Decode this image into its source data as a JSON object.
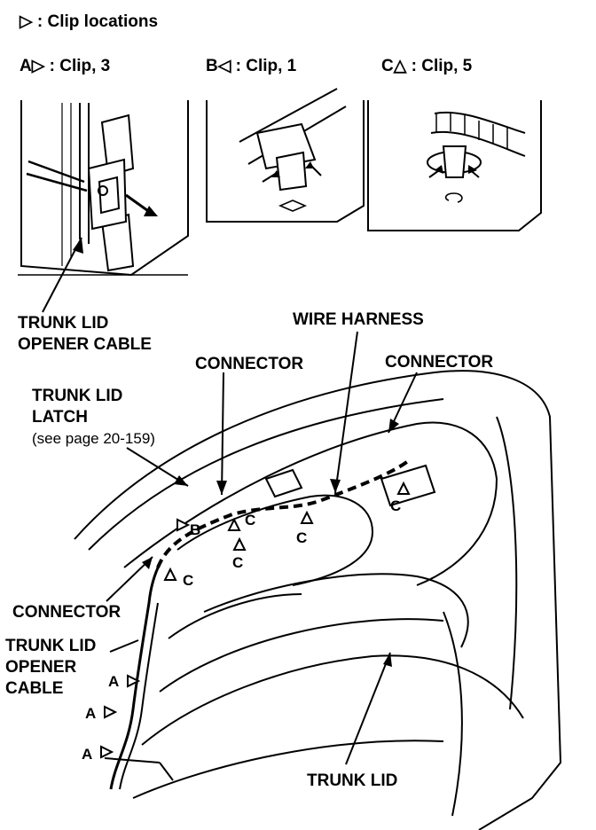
{
  "legend": {
    "title": "▷ : Clip locations",
    "clip_a": "A▷ : Clip, 3",
    "clip_b": "B◁ : Clip, 1",
    "clip_c": "C△ : Clip, 5"
  },
  "labels": {
    "opener_cable_top_1": "TRUNK LID",
    "opener_cable_top_2": "OPENER CABLE",
    "wire_harness": "WIRE HARNESS",
    "connector_mid": "CONNECTOR",
    "connector_right": "CONNECTOR",
    "latch_1": "TRUNK LID",
    "latch_2": "LATCH",
    "latch_ref": "(see page 20-159)",
    "connector_left": "CONNECTOR",
    "opener_cable_left_1": "TRUNK LID",
    "opener_cable_left_2": "OPENER",
    "opener_cable_left_3": "CABLE",
    "trunk_lid": "TRUNK LID"
  },
  "markers": {
    "a": "A",
    "b": "B",
    "c": "C"
  }
}
